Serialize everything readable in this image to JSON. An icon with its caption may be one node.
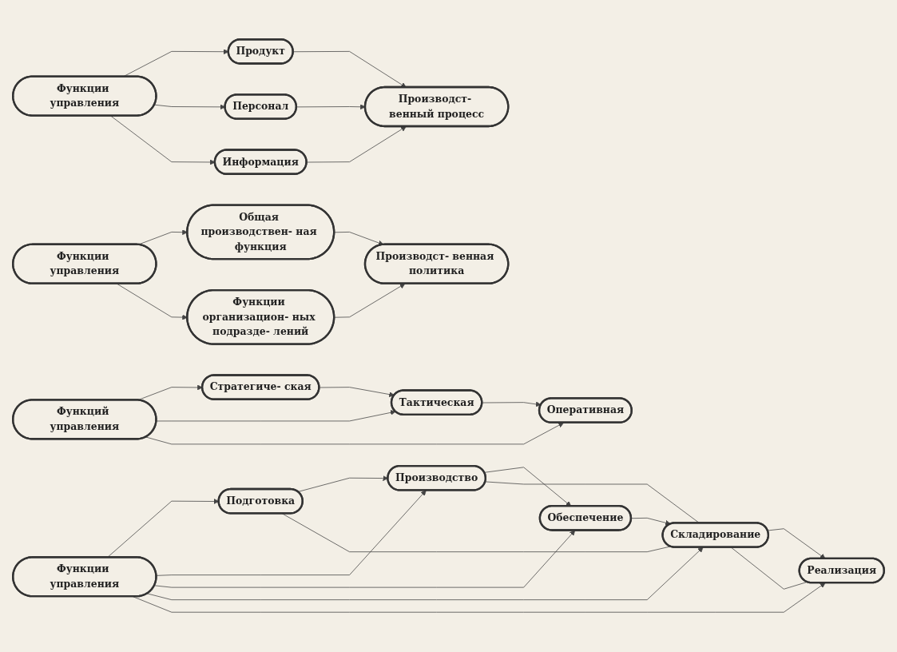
{
  "diagram": {
    "nodes": [
      {
        "text": [
          "Функции управления"
        ]
      },
      {
        "text": [
          "Подготовка"
        ]
      },
      {
        "text": [
          "Производство"
        ]
      },
      {
        "text": [
          "Обеспечение"
        ]
      },
      {
        "text": [
          "Складирование"
        ]
      },
      {
        "text": [
          "Реализация"
        ]
      },
      {
        "text": [
          "Функции управления"
        ]
      },
      {
        "text": [
          "Продукт"
        ]
      },
      {
        "text": [
          "Персонал"
        ]
      },
      {
        "text": [
          "Информация"
        ]
      },
      {
        "text": [
          "Производст- венный процесс"
        ]
      },
      {
        "text": [
          "Функции управления"
        ]
      },
      {
        "text": [
          "Общая производствен- ная функция"
        ]
      },
      {
        "text": [
          "Функции организацион- ных подразде- лений"
        ]
      },
      {
        "text": [
          "Производст- венная политика"
        ]
      },
      {
        "text": [
          "Функций управления"
        ]
      },
      {
        "text": [
          "Стратегиче- ская"
        ]
      },
      {
        "text": [
          "Тактическая"
        ]
      },
      {
        "text": [
          "Оперативная"
        ]
      }
    ],
    "edges": [
      {
        "from": 0,
        "to": 1,
        "arrow": "to"
      },
      {
        "from": 0,
        "to": 2,
        "arrow": "to"
      },
      {
        "from": 0,
        "to": 3,
        "arrow": "to"
      },
      {
        "from": 0,
        "to": 4,
        "arrow": "to"
      },
      {
        "from": 0,
        "to": 5,
        "arrow": "to"
      },
      {
        "from": 1,
        "to": 2,
        "arrow": "to"
      },
      {
        "from": 2,
        "to": 3,
        "arrow": "to"
      },
      {
        "from": 3,
        "to": 4,
        "arrow": "to"
      },
      {
        "from": 4,
        "to": 5,
        "arrow": "to"
      },
      {
        "from": 1,
        "to": 4,
        "arrow": "none"
      },
      {
        "from": 2,
        "to": 4,
        "arrow": "none"
      },
      {
        "from": 4,
        "to": 5,
        "arrow": "none"
      },
      {
        "from": 6,
        "to": 7,
        "arrow": "to"
      },
      {
        "from": 6,
        "to": 8,
        "arrow": "to"
      },
      {
        "from": 6,
        "to": 9,
        "arrow": "to"
      },
      {
        "from": 7,
        "to": 10,
        "arrow": "to"
      },
      {
        "from": 8,
        "to": 10,
        "arrow": "to"
      },
      {
        "from": 9,
        "to": 10,
        "arrow": "to"
      },
      {
        "from": 11,
        "to": 12,
        "arrow": "to"
      },
      {
        "from": 11,
        "to": 13,
        "arrow": "to"
      },
      {
        "from": 12,
        "to": 14,
        "arrow": "to"
      },
      {
        "from": 13,
        "to": 14,
        "arrow": "to"
      },
      {
        "from": 15,
        "to": 16,
        "arrow": "to"
      },
      {
        "from": 15,
        "to": 17,
        "arrow": "to"
      },
      {
        "from": 15,
        "to": 18,
        "arrow": "to"
      },
      {
        "from": 16,
        "to": 17,
        "arrow": "to"
      },
      {
        "from": 17,
        "to": 18,
        "arrow": "to"
      }
    ]
  }
}
